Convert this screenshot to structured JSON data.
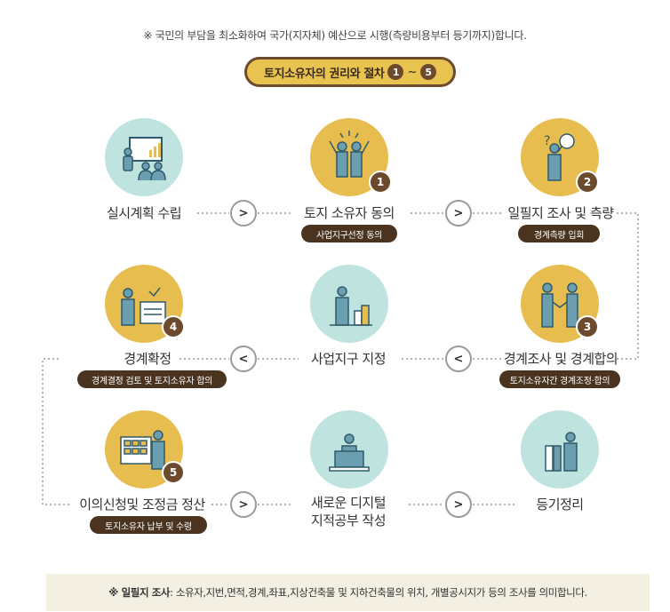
{
  "notice": "※ 국민의 부담을 최소화하여 국가(지자체) 예산으로 시행(측량비용부터 등기까지)합니다.",
  "title": {
    "text": "토지소유자의 권리와 절차",
    "start": "1",
    "tilde": "~",
    "end": "5"
  },
  "steps": [
    {
      "label": "실시계획 수립",
      "icon": "presentation-icon"
    },
    {
      "label": "토지 소유자 동의",
      "tag": "사업지구선정 동의",
      "badge": "1",
      "icon": "celebrating-people-icon"
    },
    {
      "label": "일필지 조사 및 측량",
      "tag": "경계측량 입회",
      "badge": "2",
      "icon": "magnifier-person-icon"
    },
    {
      "label": "경계조사 및 경계합의",
      "tag": "토지소유자간 경계조정·합의",
      "badge": "3",
      "icon": "handshake-icon"
    },
    {
      "label": "사업지구 지정",
      "icon": "person-buildings-icon"
    },
    {
      "label": "경계확정",
      "tag": "경계결정 검토 및 토지소유자 합의",
      "badge": "4",
      "icon": "calendar-check-icon"
    },
    {
      "label": "이의신청및 조정금 정산",
      "tag": "토지소유자 납부 및 수령",
      "badge": "5",
      "icon": "calculator-person-icon"
    },
    {
      "label_line1": "새로운 디지털",
      "label_line2": "지적공부 작성",
      "icon": "laptop-icon"
    },
    {
      "label": "등기정리",
      "icon": "file-binders-icon"
    }
  ],
  "arrows": {
    "right": ">",
    "left": "<"
  },
  "footer": {
    "prefix": "※ 일필지 조사",
    "text": " : 소유자,지번,면적,경계,좌표,지상건축물 및 지하건축물의 위치, 개별공시지가 등의 조사를 의미합니다."
  }
}
